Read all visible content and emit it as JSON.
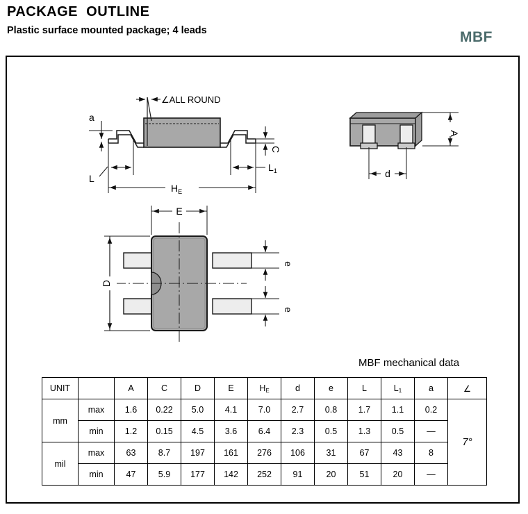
{
  "header": {
    "title": "PACKAGE  OUTLINE",
    "subtitle": "Plastic surface mounted package; 4 leads",
    "package_code": "MBF"
  },
  "drawing": {
    "caption": "MBF mechanical data",
    "labels": {
      "all_round": "∠ALL ROUND",
      "a": "a",
      "c": "C",
      "l": "L",
      "l1": "L₁",
      "he": "H",
      "he_sub": "E",
      "d": "d",
      "A": "A",
      "E": "E",
      "D": "D",
      "e_top": "e",
      "e_bottom": "e"
    },
    "colors": {
      "body_fill": "#a8a8a8",
      "lead_fill": "#e9e9e9",
      "outline": "#1a1a1a",
      "accent": "#4b6b6b"
    }
  },
  "table": {
    "headers": [
      "UNIT",
      "",
      "A",
      "C",
      "D",
      "E",
      "H",
      "d",
      "e",
      "L",
      "L",
      "a",
      "∠"
    ],
    "header_he": "H",
    "header_he_sub": "E",
    "header_l1": "L",
    "header_l1_sub": "1",
    "angle_value": "7°",
    "units": [
      {
        "unit": "mm",
        "rows": [
          {
            "label": "max",
            "values": [
              "1.6",
              "0.22",
              "5.0",
              "4.1",
              "7.0",
              "2.7",
              "0.8",
              "1.7",
              "1.1",
              "0.2"
            ]
          },
          {
            "label": "min",
            "values": [
              "1.2",
              "0.15",
              "4.5",
              "3.6",
              "6.4",
              "2.3",
              "0.5",
              "1.3",
              "0.5",
              "—"
            ]
          }
        ]
      },
      {
        "unit": "mil",
        "rows": [
          {
            "label": "max",
            "values": [
              "63",
              "8.7",
              "197",
              "161",
              "276",
              "106",
              "31",
              "67",
              "43",
              "8"
            ]
          },
          {
            "label": "min",
            "values": [
              "47",
              "5.9",
              "177",
              "142",
              "252",
              "91",
              "20",
              "51",
              "20",
              "—"
            ]
          }
        ]
      }
    ]
  }
}
